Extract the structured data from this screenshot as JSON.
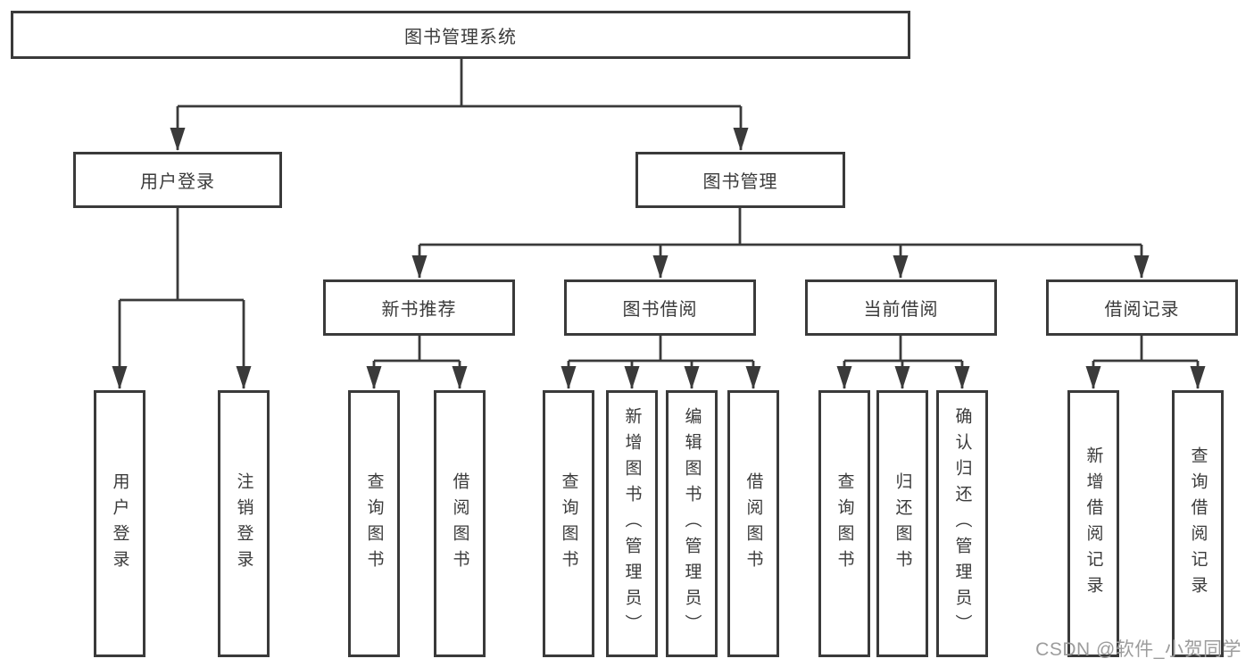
{
  "tree": {
    "label": "图书管理系统",
    "children": [
      {
        "label": "用户登录",
        "children": [
          {
            "label": "用户登录"
          },
          {
            "label": "注销登录"
          }
        ]
      },
      {
        "label": "图书管理",
        "children": [
          {
            "label": "新书推荐",
            "children": [
              {
                "label": "查询图书"
              },
              {
                "label": "借阅图书"
              }
            ]
          },
          {
            "label": "图书借阅",
            "children": [
              {
                "label": "查询图书"
              },
              {
                "label": "新增图书（管理员）"
              },
              {
                "label": "编辑图书（管理员）"
              },
              {
                "label": "借阅图书"
              }
            ]
          },
          {
            "label": "当前借阅",
            "children": [
              {
                "label": "查询图书"
              },
              {
                "label": "归还图书"
              },
              {
                "label": "确认归还（管理员）"
              }
            ]
          },
          {
            "label": "借阅记录",
            "children": [
              {
                "label": "新增借阅记录"
              },
              {
                "label": "查询借阅记录"
              }
            ]
          }
        ]
      }
    ]
  },
  "watermark": {
    "text": "CSDN @软件_小贺同学"
  },
  "colors": {
    "line": "#3a3a3a",
    "box_border": "#3a3a3a",
    "box_bg": "#ffffff",
    "text": "#3b3b3b",
    "watermark": "#9c9c9c",
    "canvas_bg": "#ffffff"
  }
}
